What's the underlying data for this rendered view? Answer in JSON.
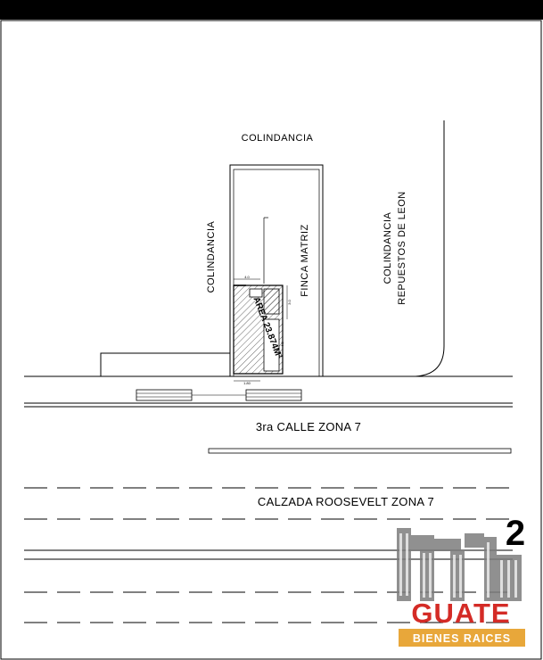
{
  "labels": {
    "colindancia_top": "COLINDANCIA",
    "colindancia_left": "COLINDANCIA",
    "finca_matriz": "FINCA MATRIZ",
    "colindancia_right": "COLINDANCIA",
    "repuestos": "REPUESTOS DE LEON",
    "area": "AREA 23.874M²"
  },
  "streets": {
    "calle": "3ra CALLE ZONA 7",
    "calzada": "CALZADA ROOSEVELT ZONA 7"
  },
  "dimensions": {
    "d1": "4.0",
    "d2": "3.0",
    "d3": "4.0",
    "d4": "1.80"
  },
  "brand": {
    "superscript": "2",
    "name": "GUATE",
    "tagline": "BIENES RAICES",
    "colors": {
      "red": "#d42b26",
      "orange": "#e8a73a",
      "gray": "#7d7d7d"
    }
  }
}
